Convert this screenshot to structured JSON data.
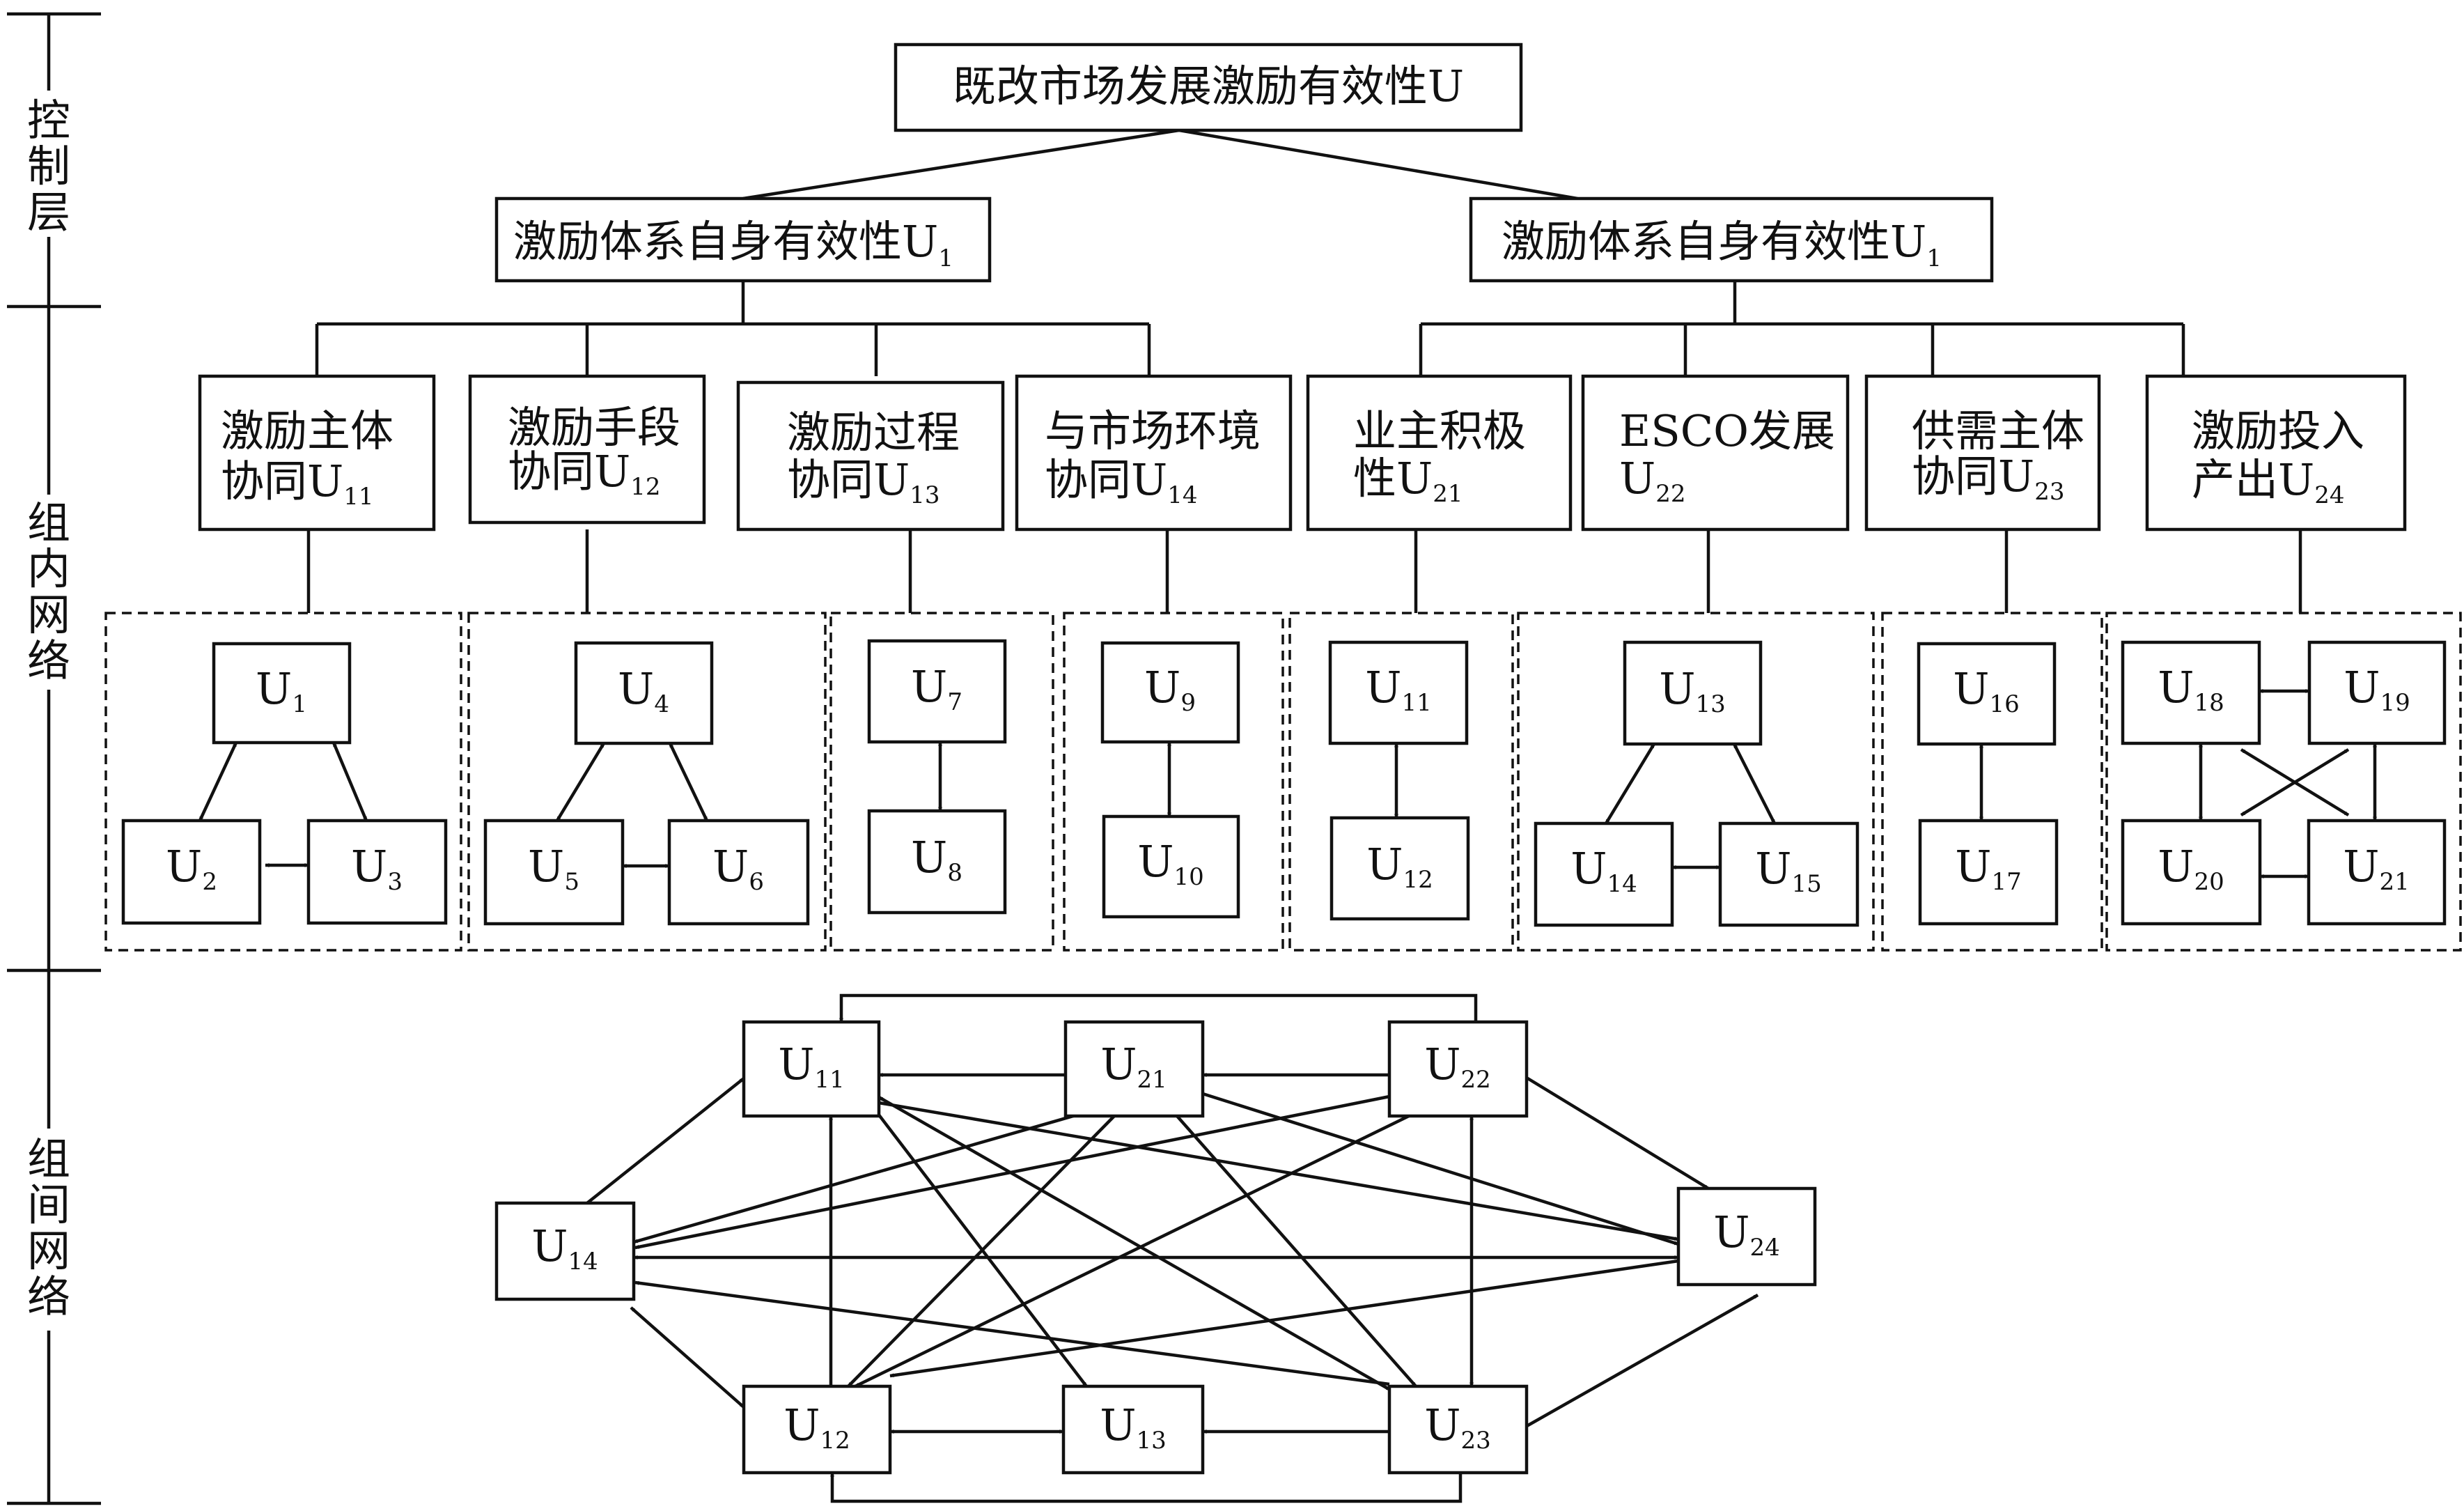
{
  "control": {
    "goal_label": "既改市场发展激励有效性U",
    "criteria": [
      {
        "text": "激励体系自身有效性U",
        "sub": "1"
      },
      {
        "text": "激励体系自身有效性U",
        "sub": "1"
      }
    ]
  },
  "side_labels": {
    "control_layer": [
      "控",
      "制",
      "层"
    ],
    "inner_network": [
      "组",
      "内",
      "网",
      "络"
    ],
    "outer_network": [
      "组",
      "间",
      "网",
      "络"
    ]
  },
  "clusters": [
    {
      "lines": [
        "激励主体",
        "协同U"
      ],
      "sub": "11"
    },
    {
      "lines": [
        "激励手段",
        "协同U"
      ],
      "sub": "12"
    },
    {
      "lines": [
        "激励过程",
        "协同U"
      ],
      "sub": "13"
    },
    {
      "lines": [
        "与市场环境",
        "协同U"
      ],
      "sub": "14"
    },
    {
      "lines": [
        "业主积极",
        "性U"
      ],
      "sub": "21"
    },
    {
      "lines": [
        "ESCO发展",
        "U"
      ],
      "sub": "22"
    },
    {
      "lines": [
        "供需主体",
        "协同U"
      ],
      "sub": "23"
    },
    {
      "lines": [
        "激励投入",
        "产出U"
      ],
      "sub": "24"
    }
  ],
  "elements": [
    {
      "label": "U",
      "sub": "1"
    },
    {
      "label": "U",
      "sub": "2"
    },
    {
      "label": "U",
      "sub": "3"
    },
    {
      "label": "U",
      "sub": "4"
    },
    {
      "label": "U",
      "sub": "5"
    },
    {
      "label": "U",
      "sub": "6"
    },
    {
      "label": "U",
      "sub": "7"
    },
    {
      "label": "U",
      "sub": "8"
    },
    {
      "label": "U",
      "sub": "9"
    },
    {
      "label": "U",
      "sub": "10"
    },
    {
      "label": "U",
      "sub": "11"
    },
    {
      "label": "U",
      "sub": "12"
    },
    {
      "label": "U",
      "sub": "13"
    },
    {
      "label": "U",
      "sub": "14"
    },
    {
      "label": "U",
      "sub": "15"
    },
    {
      "label": "U",
      "sub": "16"
    },
    {
      "label": "U",
      "sub": "17"
    },
    {
      "label": "U",
      "sub": "18"
    },
    {
      "label": "U",
      "sub": "19"
    },
    {
      "label": "U",
      "sub": "20"
    },
    {
      "label": "U",
      "sub": "21"
    }
  ],
  "outer_nodes": [
    {
      "label": "U",
      "sub": "11"
    },
    {
      "label": "U",
      "sub": "21"
    },
    {
      "label": "U",
      "sub": "22"
    },
    {
      "label": "U",
      "sub": "14"
    },
    {
      "label": "U",
      "sub": "24"
    },
    {
      "label": "U",
      "sub": "12"
    },
    {
      "label": "U",
      "sub": "13"
    },
    {
      "label": "U",
      "sub": "23"
    }
  ]
}
